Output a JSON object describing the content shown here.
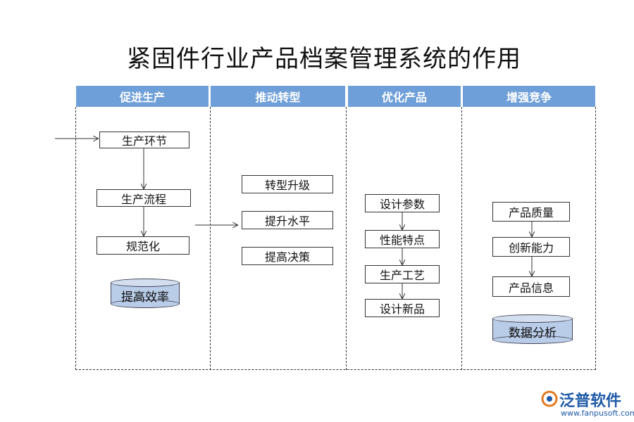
{
  "title": "紧固件行业产品档案管理系统的作用",
  "columns": [
    {
      "header": "促进生产",
      "boxes": [
        "生产环节",
        "生产流程",
        "规范化"
      ],
      "cylinder": "提高效率"
    },
    {
      "header": "推动转型",
      "boxes": [
        "转型升级",
        "提升水平",
        "提高决策"
      ]
    },
    {
      "header": "优化产品",
      "boxes": [
        "设计参数",
        "性能特点",
        "生产工艺",
        "设计新品"
      ]
    },
    {
      "header": "增强竞争",
      "boxes": [
        "产品质量",
        "创新能力",
        "产品信息"
      ],
      "cylinder": "数据分析"
    }
  ],
  "colors": {
    "header_bg": "#6f9fd8",
    "cylinder_fill": "#b9cce8",
    "logo": "#1f5aa8"
  },
  "logo": {
    "name": "泛普软件",
    "url": "www.fanpusoft.com"
  }
}
